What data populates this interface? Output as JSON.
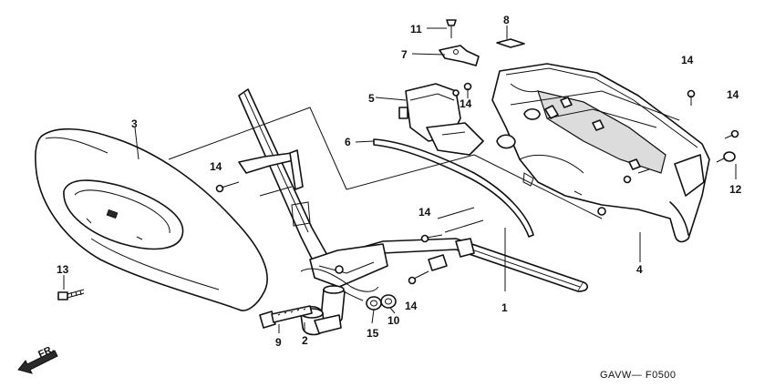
{
  "diagram_code": "GAVW— F0500",
  "front_label": "FR.",
  "callouts": [
    {
      "id": "c1",
      "label": "1"
    },
    {
      "id": "c2",
      "label": "2"
    },
    {
      "id": "c3",
      "label": "3"
    },
    {
      "id": "c4",
      "label": "4"
    },
    {
      "id": "c5",
      "label": "5"
    },
    {
      "id": "c6",
      "label": "6"
    },
    {
      "id": "c7",
      "label": "7"
    },
    {
      "id": "c8",
      "label": "8"
    },
    {
      "id": "c9",
      "label": "9"
    },
    {
      "id": "c10",
      "label": "10"
    },
    {
      "id": "c11",
      "label": "11"
    },
    {
      "id": "c12",
      "label": "12"
    },
    {
      "id": "c13",
      "label": "13"
    },
    {
      "id": "c14a",
      "label": "14"
    },
    {
      "id": "c14b",
      "label": "14"
    },
    {
      "id": "c14c",
      "label": "14"
    },
    {
      "id": "c14d",
      "label": "14"
    },
    {
      "id": "c14e",
      "label": "14"
    },
    {
      "id": "c14f",
      "label": "14"
    },
    {
      "id": "c15",
      "label": "15"
    }
  ]
}
